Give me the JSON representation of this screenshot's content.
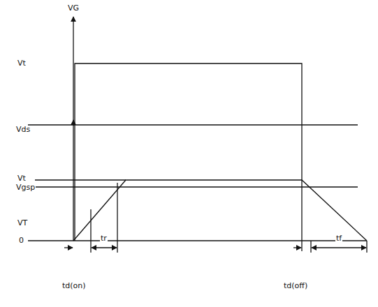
{
  "diagram": {
    "labels": [
      "VG",
      "Vt",
      "Vds",
      "Vt",
      "Vgsp",
      "VT",
      "0",
      "td(on)",
      "tr",
      "td(off)",
      "tf"
    ]
  }
}
